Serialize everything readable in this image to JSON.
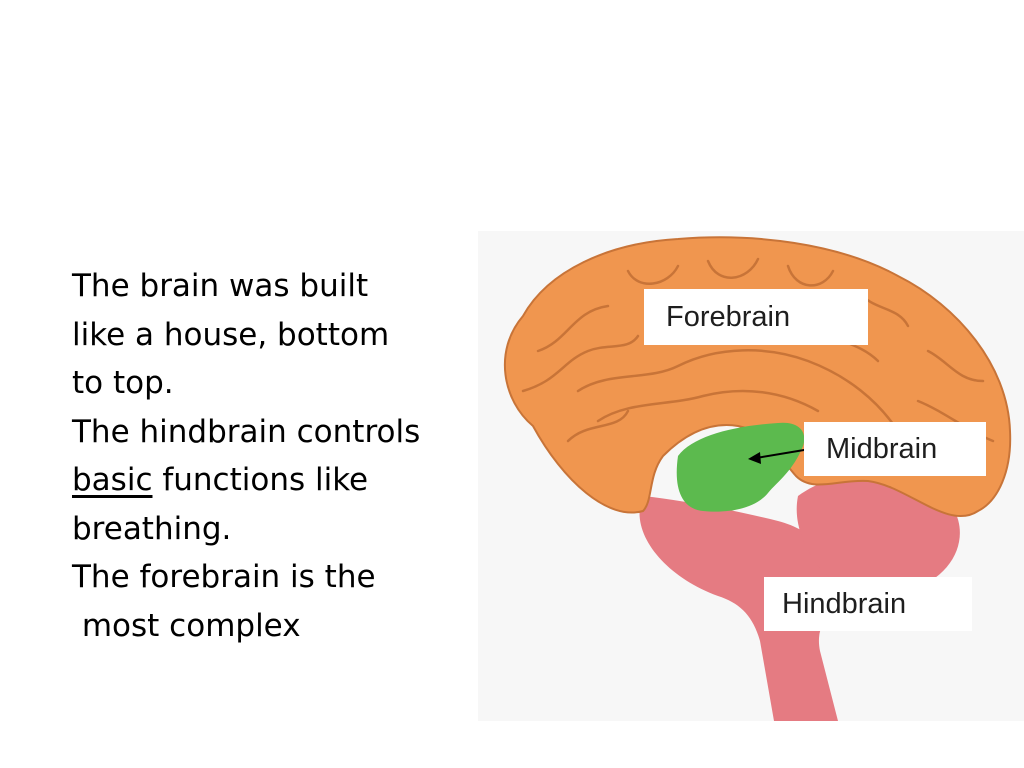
{
  "text": {
    "line1": "The brain was built",
    "line2": "like a house, bottom",
    "line3": "to top.",
    "line4": "The hindbrain controls",
    "line5_underlined": "basic",
    "line5_rest": " functions like",
    "line6": "breathing.",
    "line7": "The forebrain is the",
    "line8": " most complex"
  },
  "diagram": {
    "labels": {
      "forebrain": "Forebrain",
      "midbrain": "Midbrain",
      "hindbrain": "Hindbrain"
    },
    "colors": {
      "forebrain": "#f0964f",
      "midbrain": "#5cba4e",
      "hindbrain": "#e57b82",
      "outline": "#c87438",
      "background": "#f7f7f7"
    }
  }
}
